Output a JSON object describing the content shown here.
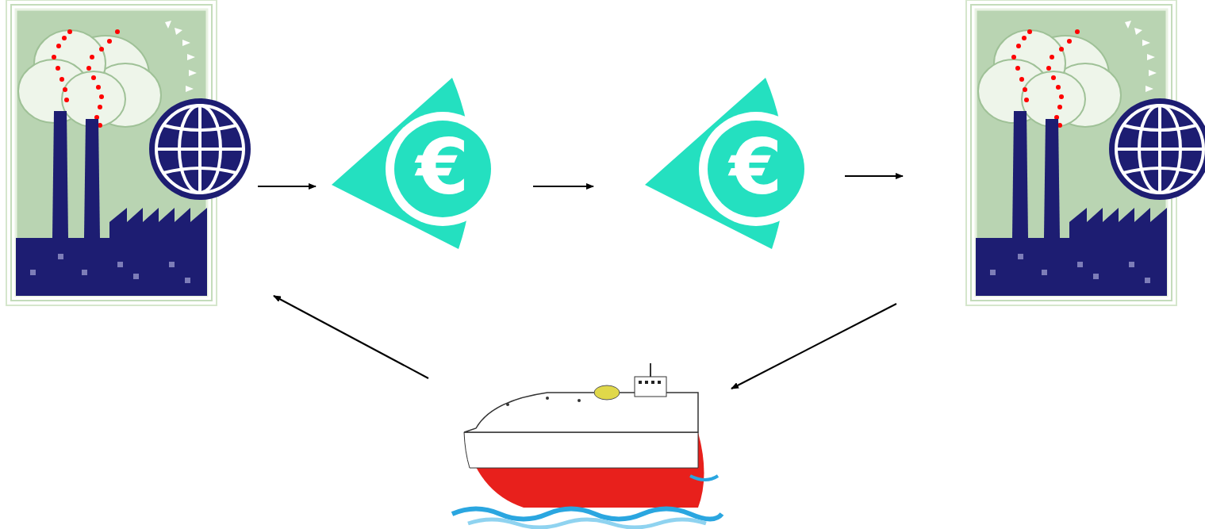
{
  "diagram": {
    "nodes": [
      {
        "text": [
          "€"
        ]
      },
      {
        "text": [
          "€"
        ]
      }
    ],
    "edges": [
      {
        "from": 0,
        "to": 1,
        "arrow": "to"
      }
    ]
  }
}
